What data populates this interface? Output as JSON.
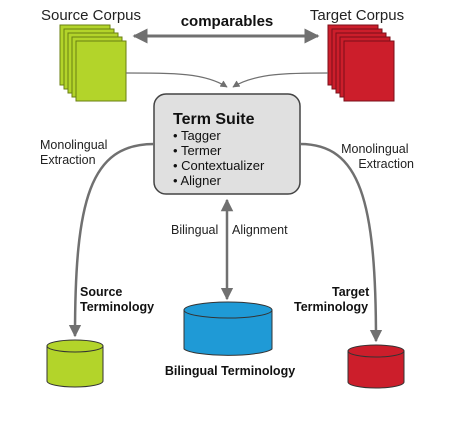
{
  "source_corpus": {
    "label": "Source Corpus",
    "fill": "#b3d42a"
  },
  "target_corpus": {
    "label": "Target Corpus",
    "fill": "#cc1e2b"
  },
  "comparables_label": "comparables",
  "term_suite": {
    "title": "Term Suite",
    "items": [
      "Tagger",
      "Termer",
      "Contextualizer",
      "Aligner"
    ],
    "fill": "#e0e0e0"
  },
  "left_extraction_label": [
    "Monolingual",
    "Extraction"
  ],
  "right_extraction_label": [
    "Monolingual",
    "Extraction"
  ],
  "alignment_label": [
    "Bilingual",
    "Alignment"
  ],
  "source_terminology": {
    "label": [
      "Source",
      "Terminology"
    ],
    "fill": "#b3d42a"
  },
  "bilingual_terminology": {
    "label": "Bilingual Terminology",
    "fill": "#1f9ad6"
  },
  "target_terminology": {
    "label": [
      "Target",
      "Terminology"
    ],
    "fill": "#cc1e2b"
  },
  "arrow_color": "#707070"
}
